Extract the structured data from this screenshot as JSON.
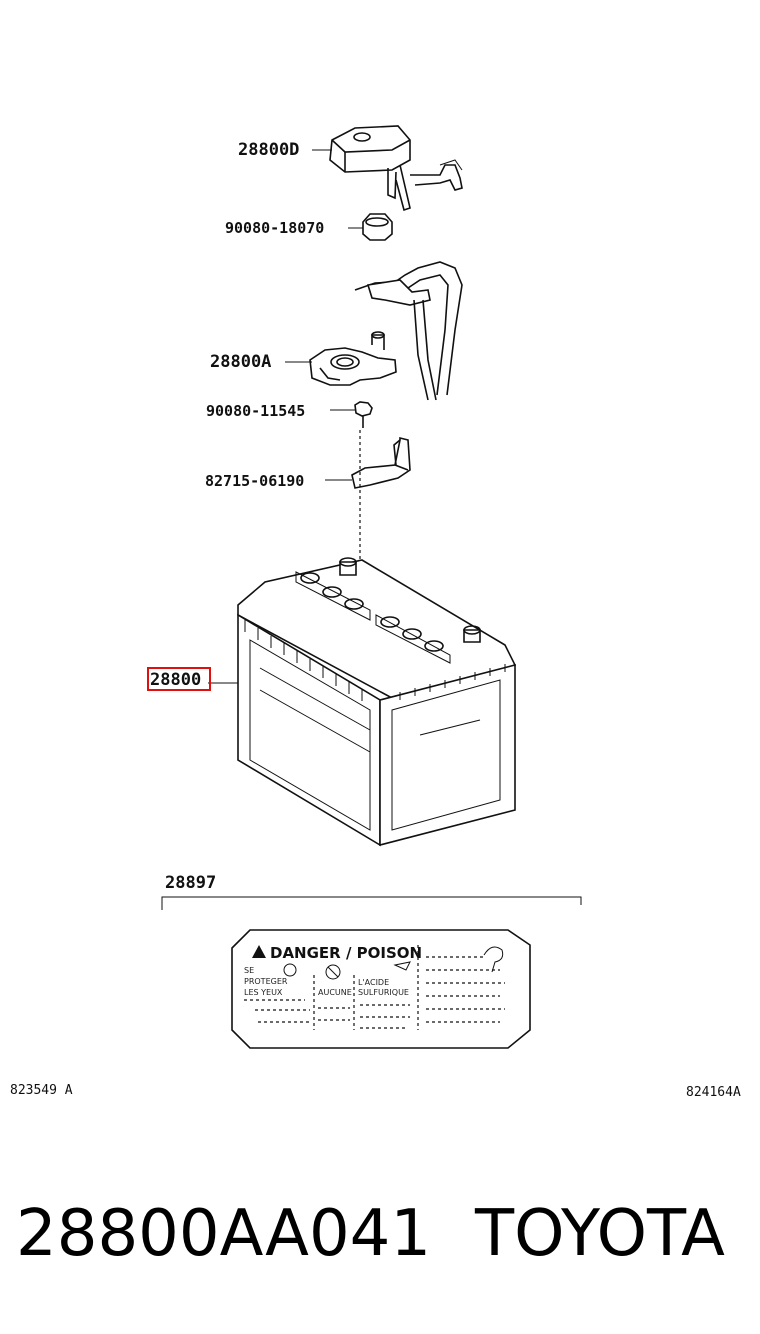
{
  "labels": {
    "cover": "28800D",
    "nut": "90080-18070",
    "terminal": "28800A",
    "bolt": "90080-11545",
    "clamp": "82715-06190",
    "battery": "28800",
    "sticker": "28897"
  },
  "ref_codes": {
    "left": "823549 A",
    "right": "824164A"
  },
  "sticker": {
    "title": "DANGER / POISON",
    "col1": [
      "SE",
      "PROTEGER",
      "LES YEUX"
    ],
    "col2": "AUCUNE",
    "col3": [
      "L'ACIDE",
      "SULFURIQUE"
    ]
  },
  "footer": {
    "part_number": "28800AA041",
    "brand": "TOYOTA"
  },
  "colors": {
    "highlight": "#e01010",
    "line": "#111111"
  }
}
